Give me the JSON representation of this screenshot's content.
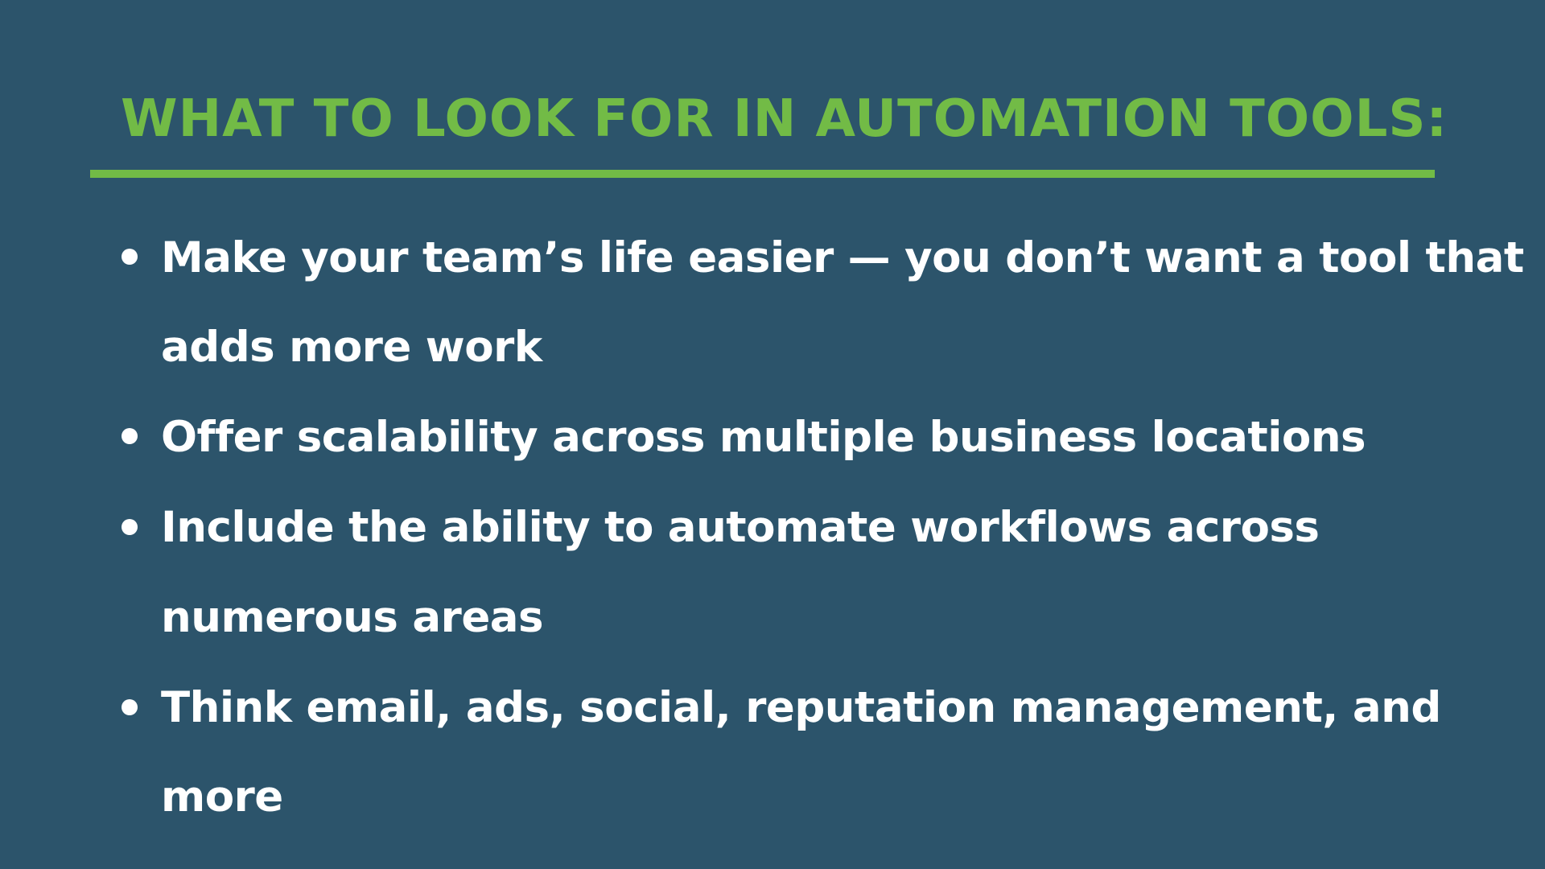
{
  "slide": {
    "title": "WHAT TO LOOK FOR IN AUTOMATION TOOLS:",
    "colors": {
      "background": "#2c546b",
      "accent": "#72bb46",
      "text": "#ffffff"
    },
    "bullets": [
      {
        "lines": [
          "Make your team’s life easier — you don’t want a tool that",
          "adds more work"
        ]
      },
      {
        "lines": [
          "Offer scalability across multiple business locations"
        ]
      },
      {
        "lines": [
          "Include the ability to automate workflows across",
          "numerous areas"
        ]
      },
      {
        "lines": [
          "Think email, ads, social, reputation management, and",
          "more"
        ]
      }
    ]
  }
}
